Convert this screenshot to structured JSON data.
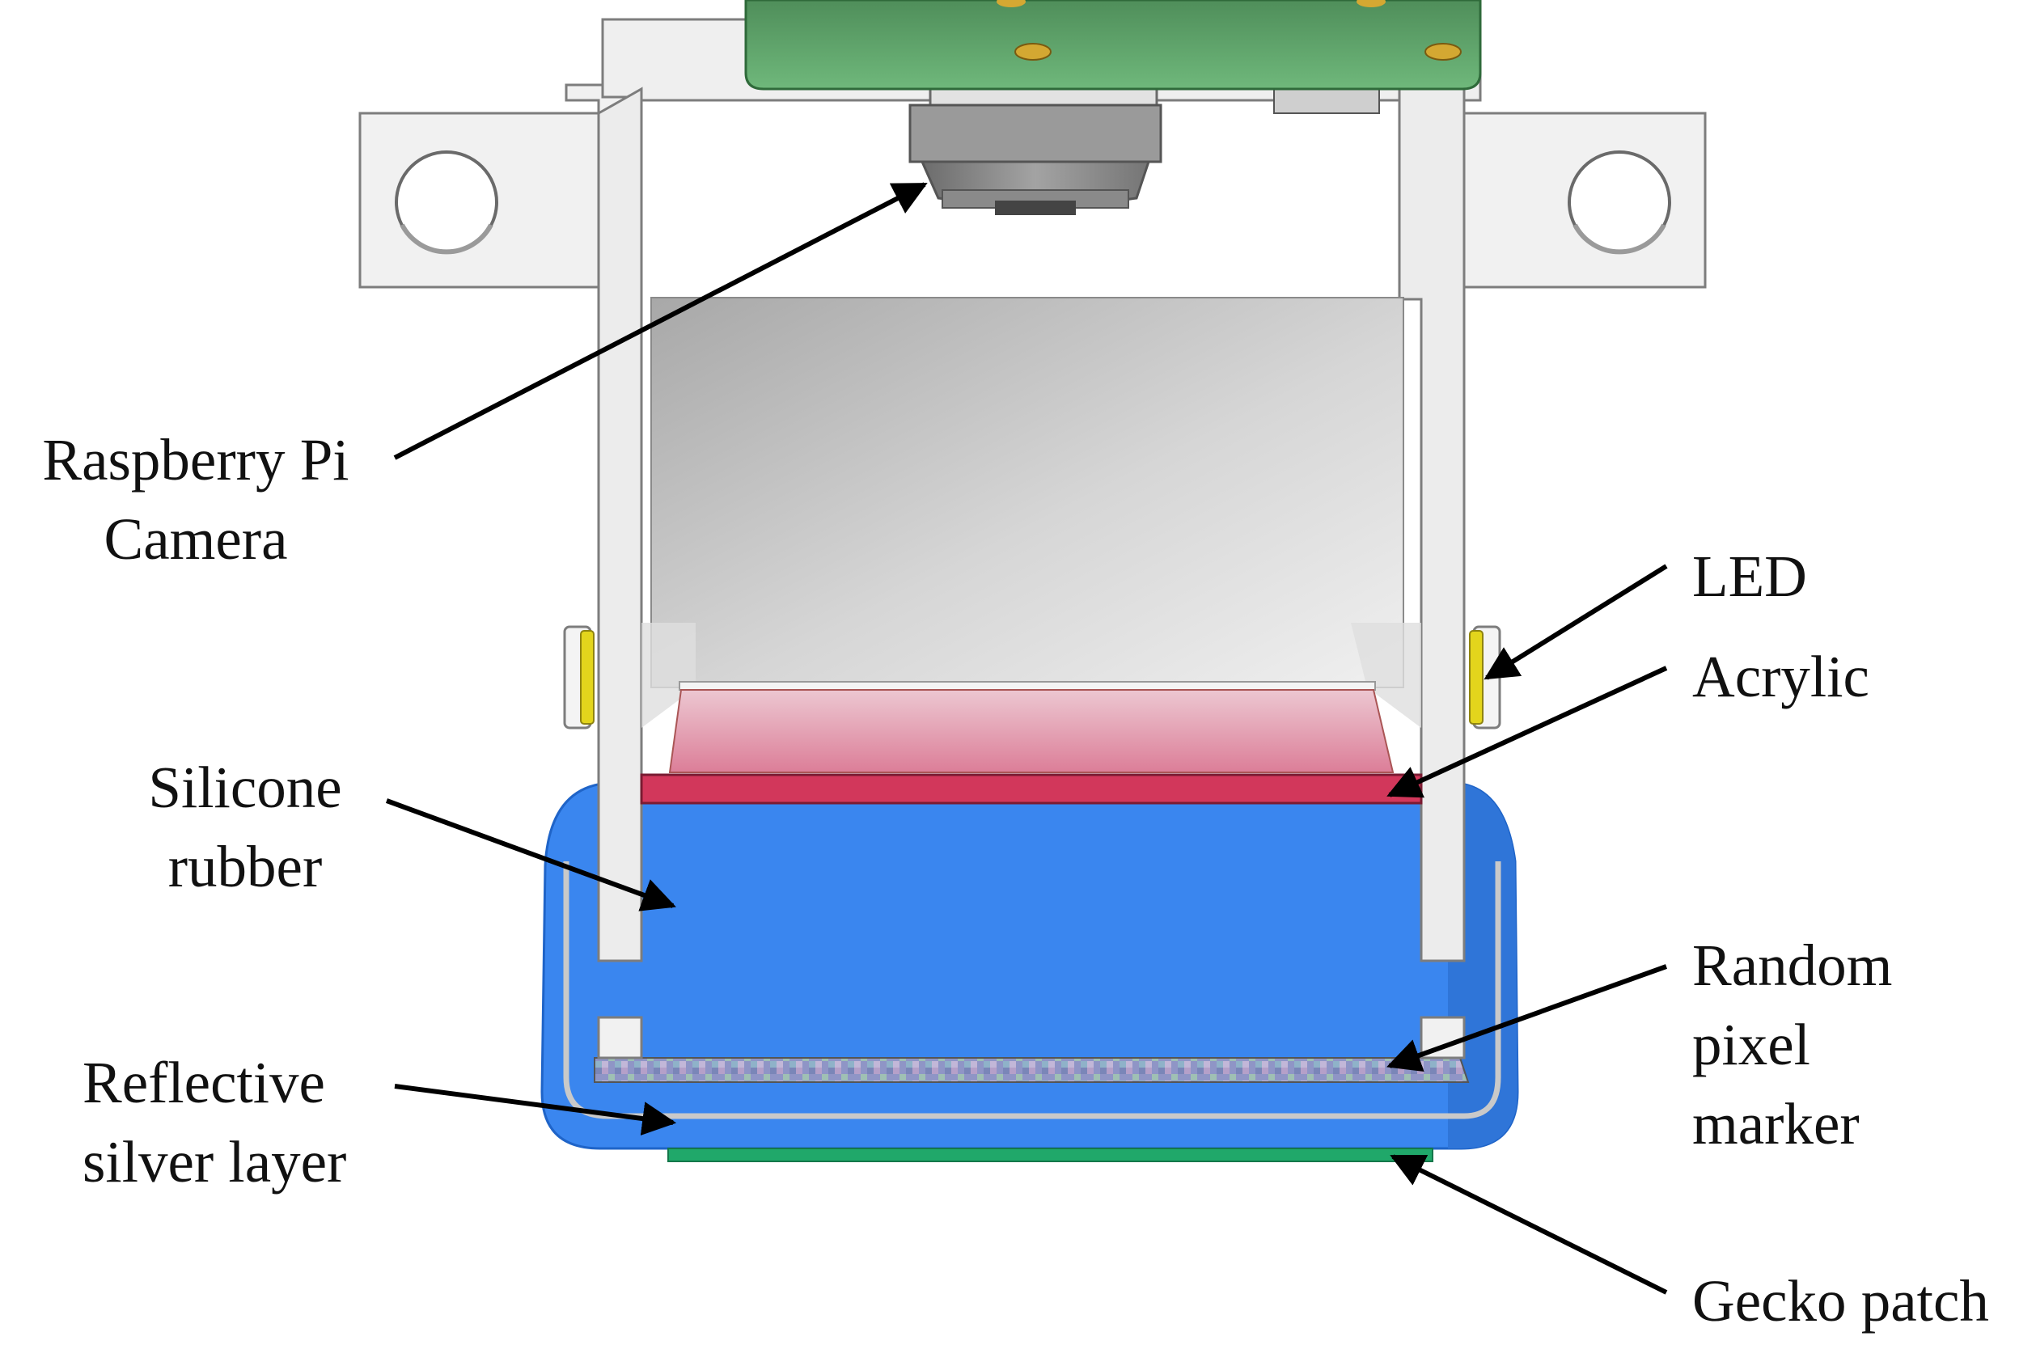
{
  "colors": {
    "frame": "#f1f1f1",
    "frame_edge": "#7d7d7d",
    "pcb": "#5e9e69",
    "silicone": "#3a86ef",
    "acrylic": "#d2375b",
    "acrylic_light": "#e28ea3",
    "led": "#e3d51c",
    "gecko": "#20a86a",
    "reflective": "#c6c6c6",
    "label_text": "#111111",
    "arrow": "#000000"
  },
  "labels": {
    "camera": [
      "Raspberry Pi",
      "Camera"
    ],
    "led": [
      "LED"
    ],
    "acrylic": [
      "Acrylic"
    ],
    "silicone": [
      "Silicone",
      "rubber"
    ],
    "marker": [
      "Random",
      "pixel",
      "marker"
    ],
    "reflective": [
      "Reflective",
      "silver layer"
    ],
    "gecko": [
      "Gecko patch"
    ]
  }
}
